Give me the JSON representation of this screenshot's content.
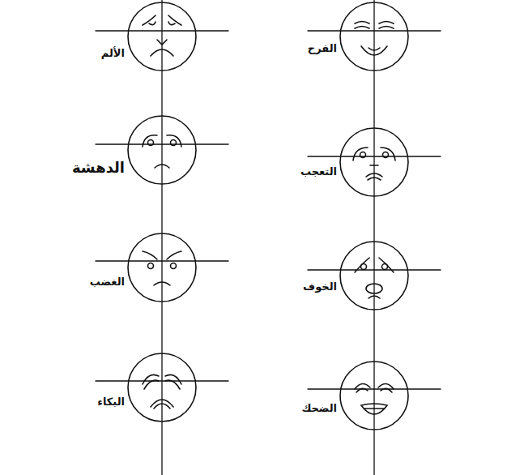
{
  "diagram": {
    "labels": [
      "الفرح",
      "الألم",
      "التعجب",
      "الدهشة",
      "الخوف",
      "الغضب",
      "الضحك",
      "البكاء"
    ]
  }
}
